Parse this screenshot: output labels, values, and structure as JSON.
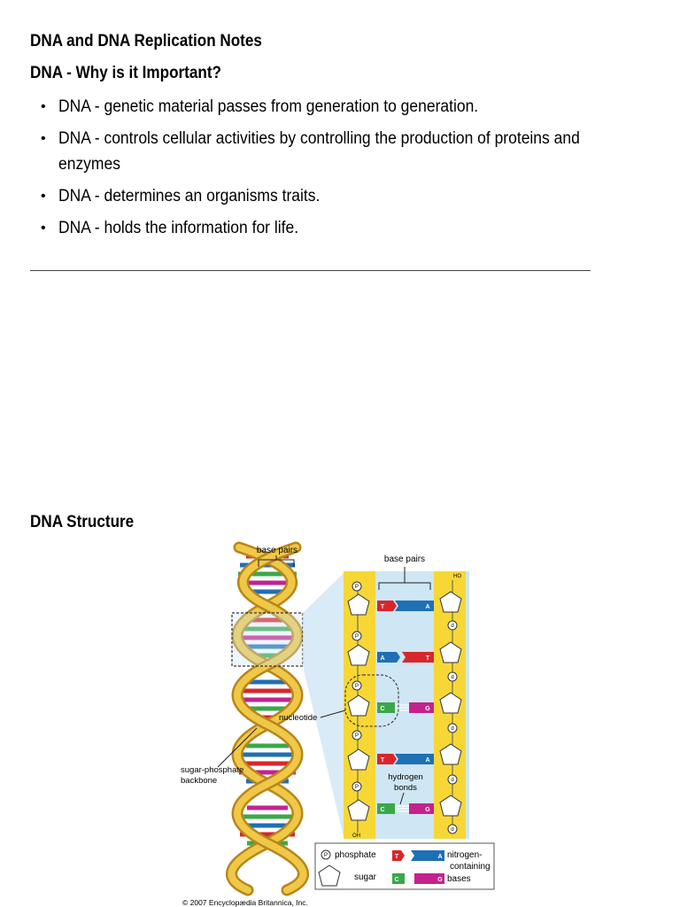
{
  "doc": {
    "title": "DNA and DNA Replication Notes",
    "section1": "DNA - Why is it Important?",
    "bullets": [
      "DNA - genetic material passes from generation to generation.",
      "DNA - controls cellular activities by controlling the production of proteins and enzymes",
      "DNA - determines an organisms traits.",
      "DNA - holds the information for life."
    ],
    "bullet_glyph": "•",
    "section2": "DNA Structure"
  },
  "figure": {
    "labels": {
      "base_pairs_left": "base pairs",
      "base_pairs_right": "base pairs",
      "nucleotide": "nucleotide",
      "backbone_line1": "sugar-phosphate",
      "backbone_line2": "backbone",
      "hydrogen_line1": "hydrogen",
      "hydrogen_line2": "bonds",
      "ho": "HO",
      "oh": "OH",
      "p": "P",
      "d": "d"
    },
    "base_letters": {
      "t": "T",
      "a": "A",
      "c": "C",
      "g": "G"
    },
    "legend": {
      "phosphate": "phosphate",
      "sugar": "sugar",
      "nitrogen_line1": "nitrogen-",
      "nitrogen_line2": "containing",
      "nitrogen_line3": "bases"
    },
    "colors": {
      "helix_gold": "#e8b73a",
      "strand_yellow": "#f6d736",
      "panel_blue": "#cfe6f4",
      "base_red": "#d9262c",
      "base_blue": "#1f6fb5",
      "base_green": "#3aa84a",
      "base_magenta": "#c4238d"
    },
    "copyright": "© 2007 Encyclopædia Britannica, Inc."
  }
}
